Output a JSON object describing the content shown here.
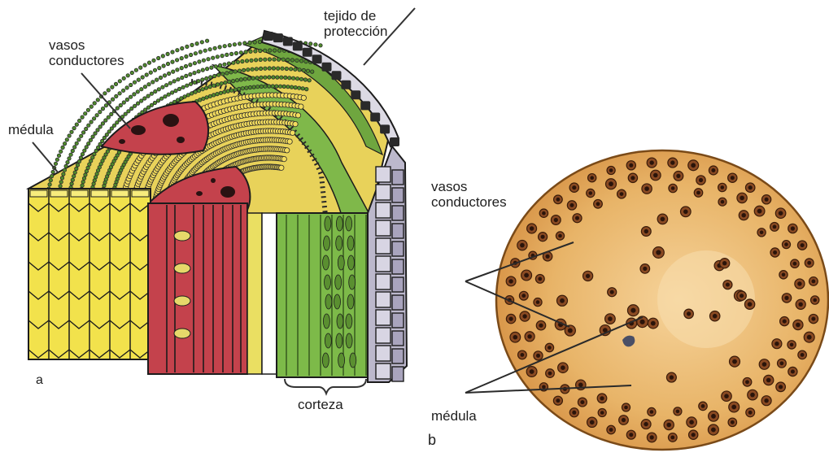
{
  "figure_a": {
    "panel_letter": "a",
    "labels": {
      "protection_tissue": "tejido de\nprotección",
      "vessels": "vasos\nconductores",
      "pith": "médula",
      "cortex": "corteza"
    }
  },
  "figure_b": {
    "panel_letter": "b",
    "labels": {
      "vessels": "vasos\nconductores",
      "pith": "médula"
    }
  },
  "colors": {
    "pith_yellow": "#f2e24c",
    "vessel_red": "#c5434f",
    "cortex_green": "#79b84a",
    "protection_gray": "#b9b6c8",
    "cross_section_tan": "#e3ad5e",
    "outline": "#1c1c1c"
  }
}
